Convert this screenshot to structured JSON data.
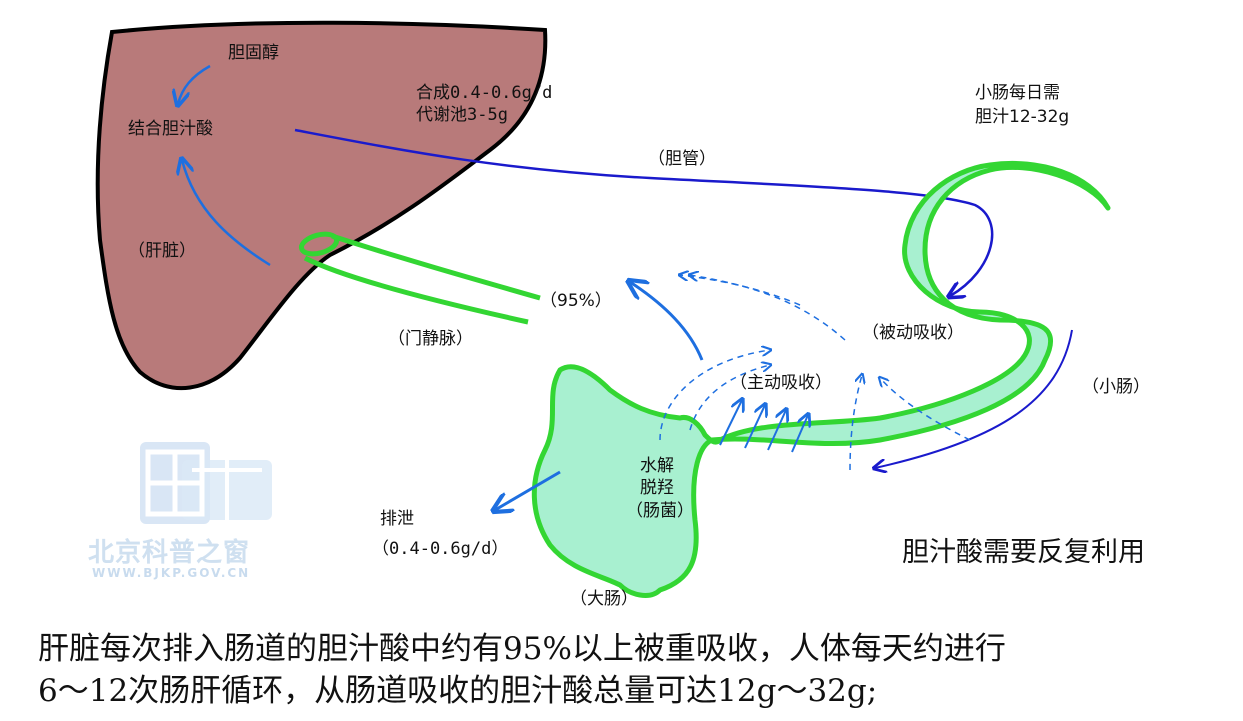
{
  "labels": {
    "cholesterol": "胆固醇",
    "conjugated_bile_acid": "结合胆汁酸",
    "synthesis_line1": "合成0.4-0.6g/d",
    "synthesis_line2": "代谢池3-5g",
    "liver": "（肝脏）",
    "bile_duct": "（胆管）",
    "small_intestine_need_line1": "小肠每日需",
    "small_intestine_need_line2": "胆汁12-32g",
    "percent_95": "（95%）",
    "portal_vein": "（门静脉）",
    "passive_absorption": "（被动吸收）",
    "active_absorption": "（主动吸收）",
    "small_intestine": "（小肠）",
    "hydrolysis_line1": "水解",
    "hydrolysis_line2": "脱羟",
    "hydrolysis_line3": "（肠菌）",
    "excretion_line1": "排泄",
    "excretion_line2": "（0.4-0.6g/d）",
    "large_intestine": "（大肠）"
  },
  "caption_title": "胆汁酸需要反复利用",
  "footer": {
    "line1": "肝脏每次排入肠道的胆汁酸中约有95%以上被重吸收，人体每天约进行",
    "line2": "6～12次肠肝循环，从肠道吸收的胆汁酸总量可达12g～32g;"
  },
  "watermark": {
    "text": "北京科普之窗",
    "url": "WWW.BJKP.GOV.CN"
  },
  "colors": {
    "liver_fill": "#b87a7a",
    "intestine_fill": "#a8f0d0",
    "intestine_stroke": "#33d633",
    "bile_duct_line": "#1a1acc",
    "arrow_blue": "#1e6fe0"
  }
}
